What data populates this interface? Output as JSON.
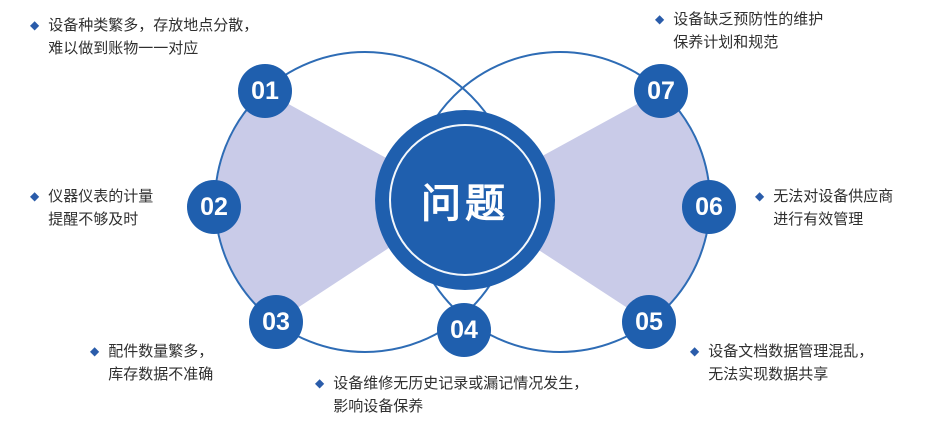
{
  "center": {
    "label": "问题"
  },
  "icons": {
    "bullet": "◆"
  },
  "colors": {
    "primary_blue": "#1f5fae",
    "circle_outline": "#2e6cb5",
    "wedge_fill": "#c9cbe8",
    "text": "#2f2f2f"
  },
  "items": [
    {
      "num": "01",
      "line1": "设备种类繁多，存放地点分散，",
      "line2": "难以做到账物一一对应"
    },
    {
      "num": "02",
      "line1": "仪器仪表的计量",
      "line2": "提醒不够及时"
    },
    {
      "num": "03",
      "line1": "配件数量繁多，",
      "line2": "库存数据不准确"
    },
    {
      "num": "04",
      "line1": "设备维修无历史记录或漏记情况发生，",
      "line2": "影响设备保养"
    },
    {
      "num": "05",
      "line1": "设备文档数据管理混乱，",
      "line2": "无法实现数据共享"
    },
    {
      "num": "06",
      "line1": "无法对设备供应商",
      "line2": "进行有效管理"
    },
    {
      "num": "07",
      "line1": "设备缺乏预防性的维护",
      "line2": "保养计划和规范"
    }
  ]
}
